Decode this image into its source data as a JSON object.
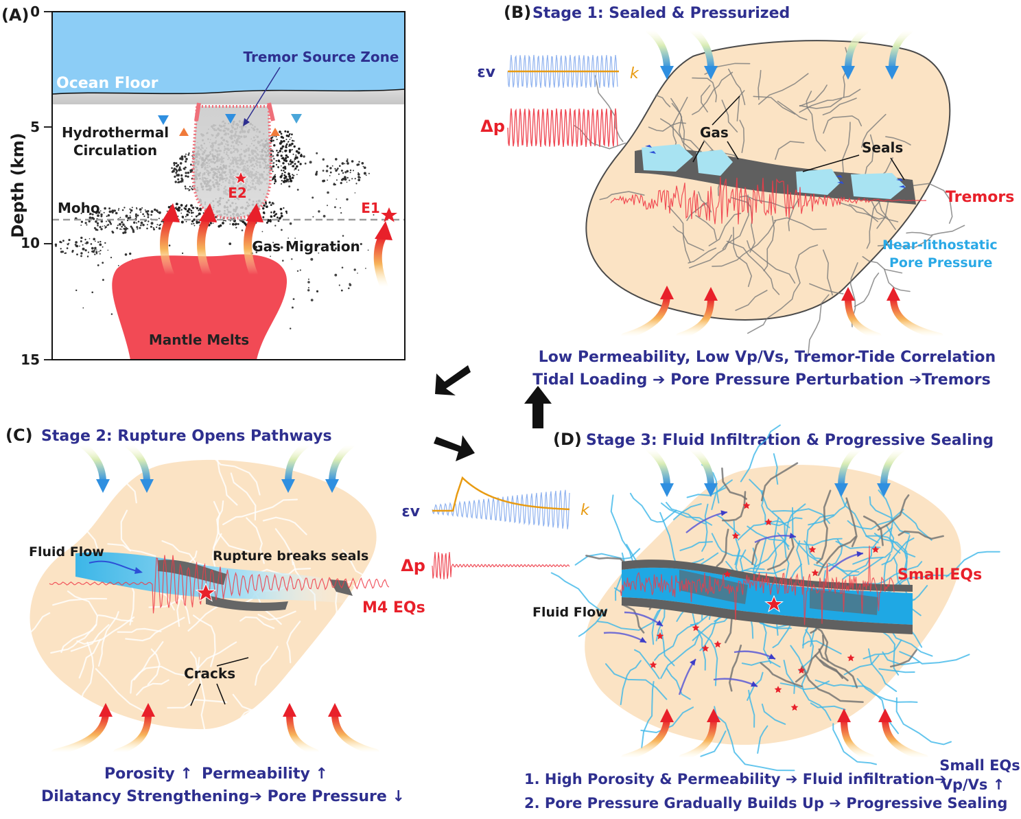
{
  "panel_a": {
    "label": "(A)",
    "y_axis_label": "Depth (km)",
    "ticks": [
      "0",
      "5",
      "10",
      "15"
    ],
    "ocean_floor": "Ocean Floor",
    "tremor_zone": "Tremor Source Zone",
    "hydro_1": "Hydrothermal",
    "hydro_2": "Circulation",
    "moho": "Moho",
    "gas_migration": "Gas Migration",
    "mantle_melts": "Mantle Melts",
    "e1": "E1",
    "e2": "E2"
  },
  "panel_b": {
    "label": "(B)",
    "title": "Stage 1: Sealed & Pressurized",
    "eps": "εv",
    "k": "k",
    "dp": "Δp",
    "gas": "Gas",
    "seals": "Seals",
    "tremors": "Tremors",
    "near_1": "Near-lithostatic",
    "near_2": "Pore Pressure",
    "caption_1": "Low Permeability, Low Vp/Vs, Tremor-Tide Correlation",
    "caption_2": "Tidal Loading ➔ Pore Pressure Perturbation ➔Tremors"
  },
  "panel_c": {
    "label": "(C)",
    "title": "Stage 2: Rupture Opens Pathways",
    "fluid_flow": "Fluid Flow",
    "rupture": "Rupture breaks seals",
    "m4": "M4 EQs",
    "cracks": "Cracks",
    "caption_1a": "Porosity ↑",
    "caption_1b": "Permeability ↑",
    "caption_2": "Dilatancy Strengthening➔ Pore Pressure ↓"
  },
  "panel_mid": {
    "eps": "εv",
    "k": "k",
    "dp": "Δp"
  },
  "panel_d": {
    "label": "(D)",
    "title": "Stage 3: Fluid Infiltration & Progressive Sealing",
    "fluid_flow": "Fluid Flow",
    "small_eqs": "Small EQs",
    "caption_1": "1. High Porosity & Permeability ➔ Fluid infiltration➔",
    "caption_1_right": "Small EQs",
    "caption_1_right_2": "Vp/Vs ↑",
    "caption_2": "2. Pore Pressure Gradually Builds Up ➔ Progressive Sealing"
  },
  "colors": {
    "title_blue": "#2e2f8f",
    "alert_red": "#e8202a",
    "ocean": "#8ccdf6",
    "rock": "#fbe3c4",
    "melt": "#f24a55",
    "fluid": "#4ec3ea"
  }
}
